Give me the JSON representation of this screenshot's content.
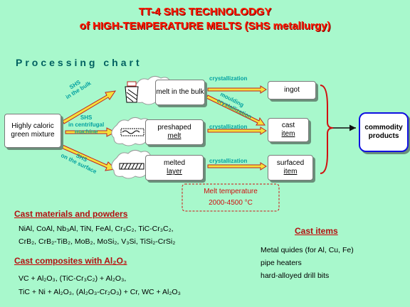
{
  "title": {
    "line1": "TT-4 SHS TECHNOLODGY",
    "line2": "of HIGH-TEMPERATURE MELTS (SHS metallurgy)"
  },
  "processing_chart_label": "Processing chart",
  "nodes": {
    "green_mixture": "Highly caloric green mixture",
    "melt_bulk": "melt in the bulk",
    "preshaped_melt_line1": "preshaped",
    "preshaped_melt_line2": "melt",
    "melted_layer_line1": "melted",
    "melted_layer_line2": "layer",
    "ingot": "ingot",
    "cast_item_line1": "cast",
    "cast_item_line2": "item",
    "surfaced_item_line1": "surfaced",
    "surfaced_item_line2": "item",
    "commodity_products": "commodity products"
  },
  "edge_labels": {
    "shs_bulk_line1": "SHS",
    "shs_bulk_line2": "in the bulk",
    "shs_centrifugal_line1": "SHS",
    "shs_centrifugal_line2": "in centrifugal",
    "shs_centrifugal_line3": "machine",
    "shs_surface_line1": "SHS",
    "shs_surface_line2": "on the surface",
    "crystallization_top": "crystallization",
    "moulding_crystallization_line1": "moulding",
    "moulding_crystallization_line2": "crystallization",
    "crystallization_mid": "crystallization",
    "crystallization_bottom": "crystallization"
  },
  "melt_temperature": {
    "line1": "Melt temperature",
    "line2": "2000-4500 °C"
  },
  "cast_materials": {
    "heading": "Cast materials and powders",
    "line1": "NiAl, CoAl, Nb₃Al, TiN, FeAl, Cr₃C₂, TiC-Cr₃C₂,",
    "line2": "CrB₂, CrB₂-TiB₂, MoB₂, MoSi₂, V₃Si, TiSi₂-CrSi₂"
  },
  "cast_composites": {
    "heading": "Cast composites with Al₂O₃",
    "line1": "VC + Al₂O₃, (TiC-Cr₃C₂) + Al₂O₃,",
    "line2": "TiC + Ni + Al₂O₃, (Al₂O₃-Cr₂O₃) + Cr, WC + Al₂O₃"
  },
  "cast_items": {
    "heading": "Cast items",
    "line1": "Metal quides  (for Al, Cu, Fe)",
    "line2": "pipe heaters",
    "line3": "hard-alloyed drill bits"
  },
  "colors": {
    "background": "#a8f8cc",
    "title": "#ff1a00",
    "arrow_body": "#f4e23a",
    "arrow_edge": "#c02020",
    "label": "#00a0a0",
    "section_heading": "#b01010",
    "commodity_box": "#1010e0"
  }
}
